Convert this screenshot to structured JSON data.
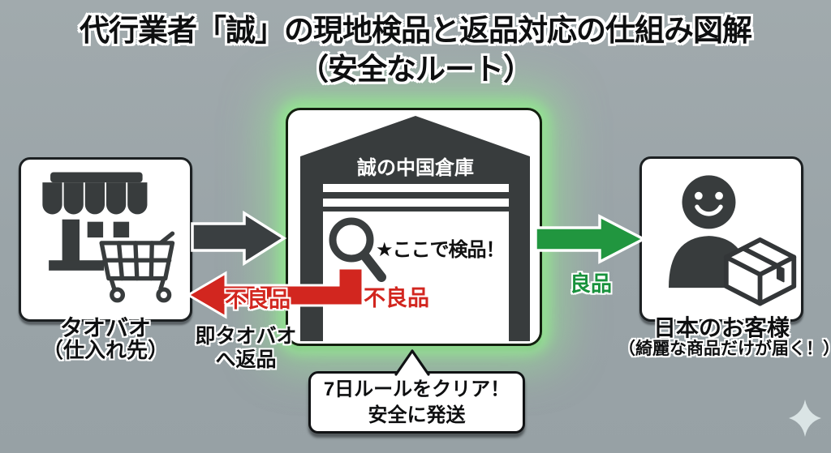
{
  "title": {
    "line1": "代行業者「誠」の現地検品と返品対応の仕組み図解",
    "line2": "（安全なルート）"
  },
  "left_node": {
    "icons": [
      "storefront-icon",
      "shopping-cart-icon"
    ],
    "label_line1": "タオバオ",
    "label_line2": "（仕入れ先）"
  },
  "center_node": {
    "sign": "誠の中国倉庫",
    "icon": "magnifier-icon",
    "inspection_note": "★ここで検品！",
    "defect_label": "不良品"
  },
  "right_node": {
    "icons": [
      "customer-icon",
      "package-icon"
    ],
    "label_line1": "日本のお客様",
    "label_line2": "（綺麗な商品だけが届く！）"
  },
  "arrows": {
    "supply": {
      "color": "#3a3f41"
    },
    "return": {
      "label": "不良品",
      "note_line1": "即タオバオ",
      "note_line2": "へ返品",
      "color": "#d2261f"
    },
    "ship": {
      "label": "良品",
      "color": "#21963f"
    }
  },
  "callout": {
    "line1": "7日ルールをクリア！",
    "line2": "安全に発送"
  },
  "colors": {
    "background": "#9aa4a8",
    "glow": "#a5e3a0",
    "dark": "#3a3f41",
    "red": "#d2261f",
    "green": "#21963f"
  },
  "decor": {
    "sparkle": "sparkle-icon"
  }
}
